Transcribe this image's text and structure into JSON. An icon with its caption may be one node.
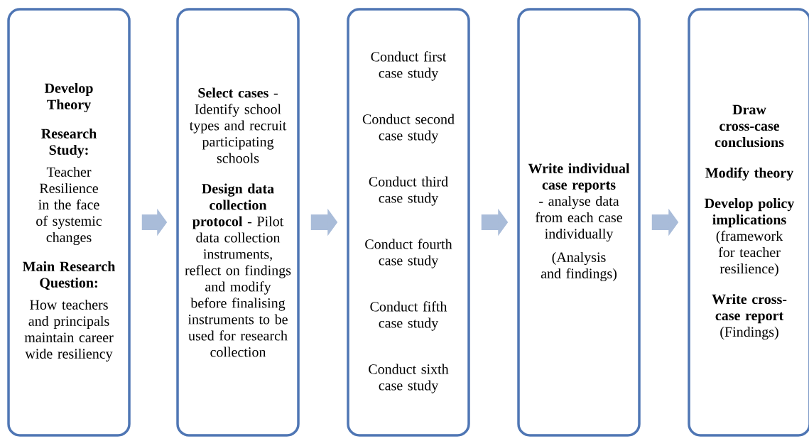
{
  "diagram": {
    "nodes": [
      {
        "text": [
          "Develop Theory",
          "Research Study:",
          "Teacher Resilience in the face of systemic changes",
          "Main Research Question:",
          "How teachers and principals maintain career wide resiliency"
        ]
      },
      {
        "text": [
          "**Select cases** - Identify school types and recruit participating schools",
          "**Design data collection protocol** - Pilot data collection instruments, reflect on findings and modify before finalising instruments to be used for research collection"
        ]
      },
      {
        "text": [
          "Conduct first case study",
          "Conduct second case study",
          "Conduct third case study",
          "Conduct fourth case study",
          "Conduct fifth case study",
          "Conduct sixth case study"
        ]
      },
      {
        "text": [
          "**Write individual case reports** - analyse data from each case individually",
          "(Analysis and findings)"
        ]
      },
      {
        "text": [
          "Draw cross-case conclusions",
          "Modify theory",
          "**Develop policy implications** (framework for teacher resilience)",
          "**Write cross-case report** (Findings)"
        ]
      }
    ],
    "edges": [
      {
        "from": 0,
        "to": 1,
        "arrow": "to"
      },
      {
        "from": 1,
        "to": 2,
        "arrow": "to"
      },
      {
        "from": 2,
        "to": 3,
        "arrow": "to"
      },
      {
        "from": 3,
        "to": 4,
        "arrow": "to"
      }
    ]
  }
}
